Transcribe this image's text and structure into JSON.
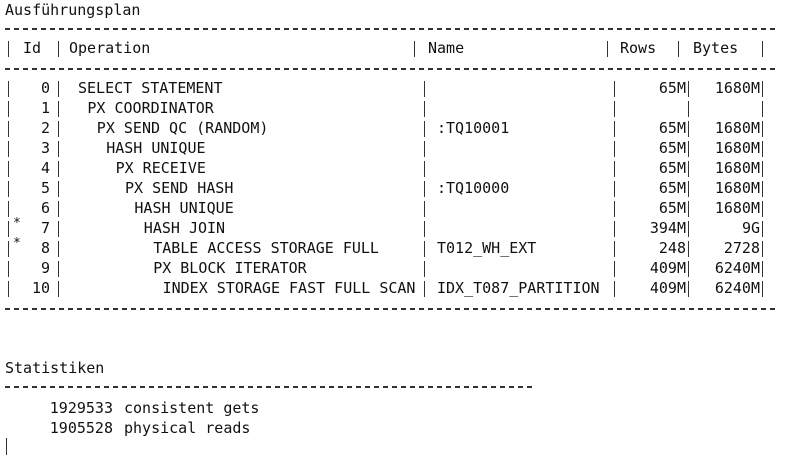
{
  "plan_title": "Ausführungsplan",
  "columns": {
    "id": "Id",
    "operation": "Operation",
    "name": "Name",
    "rows": "Rows",
    "bytes": "Bytes"
  },
  "plan_rows": [
    {
      "marker": "",
      "id": "0",
      "level": 0,
      "operation": "SELECT STATEMENT",
      "name": "",
      "rows": "65M",
      "bytes": "1680M"
    },
    {
      "marker": "",
      "id": "1",
      "level": 1,
      "operation": "PX COORDINATOR",
      "name": "",
      "rows": "",
      "bytes": ""
    },
    {
      "marker": "",
      "id": "2",
      "level": 2,
      "operation": "PX SEND QC (RANDOM)",
      "name": ":TQ10001",
      "rows": "65M",
      "bytes": "1680M"
    },
    {
      "marker": "",
      "id": "3",
      "level": 3,
      "operation": "HASH UNIQUE",
      "name": "",
      "rows": "65M",
      "bytes": "1680M"
    },
    {
      "marker": "",
      "id": "4",
      "level": 4,
      "operation": "PX RECEIVE",
      "name": "",
      "rows": "65M",
      "bytes": "1680M"
    },
    {
      "marker": "",
      "id": "5",
      "level": 5,
      "operation": "PX SEND HASH",
      "name": ":TQ10000",
      "rows": "65M",
      "bytes": "1680M"
    },
    {
      "marker": "",
      "id": "6",
      "level": 6,
      "operation": "HASH UNIQUE",
      "name": "",
      "rows": "65M",
      "bytes": "1680M"
    },
    {
      "marker": "*",
      "id": "7",
      "level": 7,
      "operation": "HASH JOIN",
      "name": "",
      "rows": "394M",
      "bytes": "9G"
    },
    {
      "marker": "*",
      "id": "8",
      "level": 8,
      "operation": "TABLE ACCESS STORAGE FULL",
      "name": "T012_WH_EXT",
      "rows": "248",
      "bytes": "2728"
    },
    {
      "marker": "",
      "id": "9",
      "level": 8,
      "operation": "PX BLOCK ITERATOR",
      "name": "",
      "rows": "409M",
      "bytes": "6240M"
    },
    {
      "marker": "",
      "id": "10",
      "level": 9,
      "operation": "INDEX STORAGE FAST FULL SCAN",
      "name": "IDX_T087_PARTITION",
      "rows": "409M",
      "bytes": "6240M"
    }
  ],
  "stats_title": "Statistiken",
  "stats": [
    {
      "value": "1929533",
      "label": "consistent gets"
    },
    {
      "value": "1905528",
      "label": "physical reads"
    }
  ]
}
